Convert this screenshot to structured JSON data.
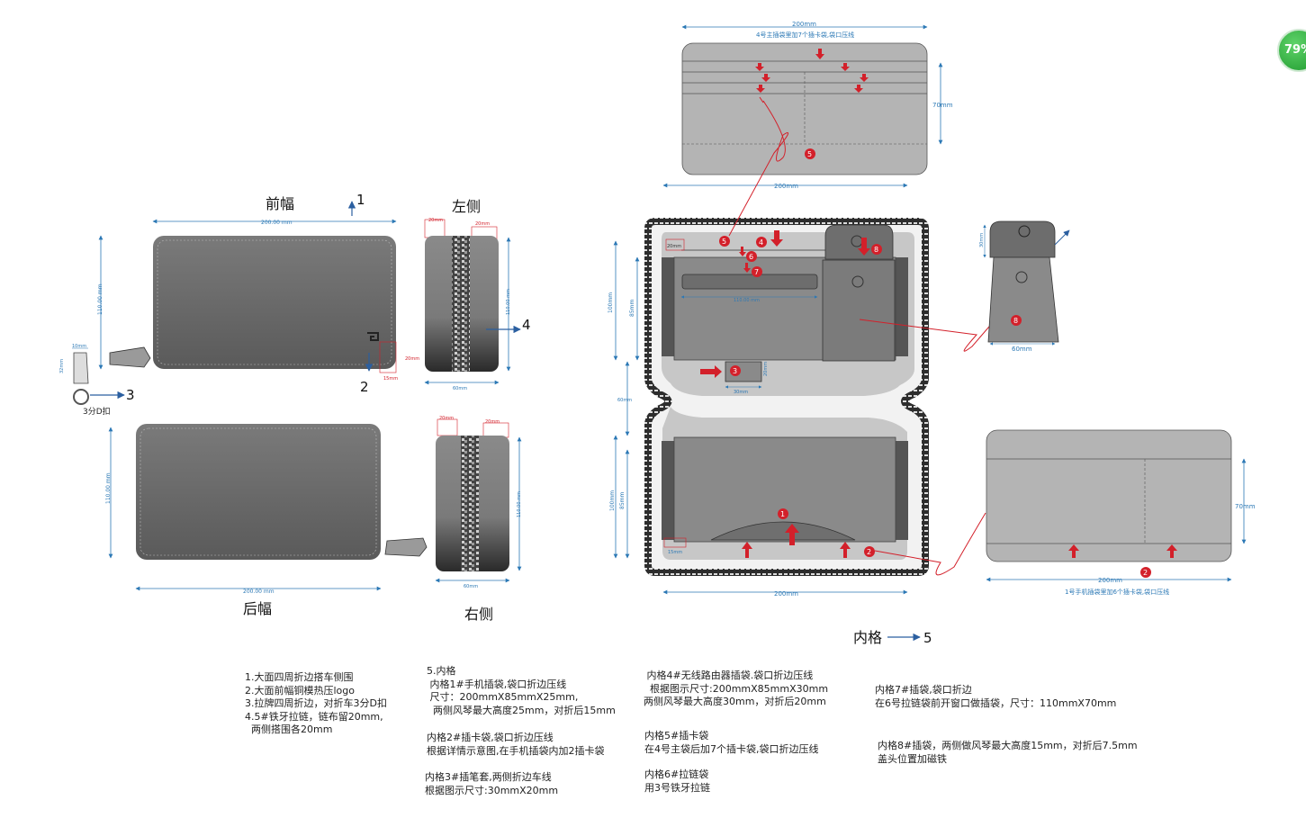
{
  "views": {
    "front": "前幅",
    "left": "左侧",
    "back": "后幅",
    "right": "右侧",
    "interior": "内格"
  },
  "callouts": {
    "c1": "1",
    "c2": "2",
    "c3": "3",
    "c4": "4",
    "c5": "5"
  },
  "dimensions": {
    "front_width": "200.00 mm",
    "front_height": "110.00 mm",
    "back_width": "200.00 mm",
    "back_height": "110.00 mm",
    "side_width": "60mm",
    "side_height": "110.00 mm",
    "zip_margin": "20mm",
    "logo_w": "15mm",
    "logo_h": "20mm",
    "tag_w": "10mm",
    "tag_h": "32mm",
    "d_ring": "3分D扣",
    "pocket4_width": "200mm",
    "pocket4_height": "70mm",
    "pocket4_caption": "4号主插袋里加7个插卡袋,袋口压线",
    "interior_top_width": "200mm",
    "interior_bottom_width": "200mm",
    "interior_top_h1": "100mm",
    "interior_top_h2": "85mm",
    "interior_gusset": "60mm",
    "interior_bot_h1": "100mm",
    "interior_bot_h2": "85mm",
    "interior_zip_w": "110.00 mm",
    "interior_corner": "20mm",
    "interior_bottom_corner": "15mm",
    "pen_w": "30mm",
    "pen_h": "20mm",
    "pocket8_width": "60mm",
    "pocket8_height": "30mm",
    "pocket1_width": "200mm",
    "pocket1_height": "70mm",
    "pocket1_caption": "1号手机插袋里加6个插卡袋,袋口压线"
  },
  "markers": [
    "1",
    "2",
    "3",
    "4",
    "5",
    "6",
    "7",
    "8"
  ],
  "progress_badge": "79%",
  "notes": {
    "general": "1.大面四周折边搭车侧围\n2.大面前幅铜模热压logo\n3.拉牌四周折边，对折车3分D扣\n4.5#铁牙拉链，链布留20mm,\n  两侧搭围各20mm",
    "inner1": "5.内格\n 内格1#手机插袋,袋口折边压线\n 尺寸：200mmX85mmX25mm,\n  两侧风琴最大高度25mm，对折后15mm",
    "inner2": "内格2#插卡袋,袋口折边压线\n根据详情示意图,在手机插袋内加2插卡袋",
    "inner3": "内格3#插笔套,两侧折边车线\n根据图示尺寸:30mmX20mm",
    "inner4": " 内格4#无线路由器插袋.袋口折边压线\n  根据图示尺寸:200mmX85mmX30mm\n两侧风琴最大高度30mm，对折后20mm",
    "inner5": "内格5#插卡袋\n在4号主袋后加7个插卡袋,袋口折边压线",
    "inner6": "内格6#拉链袋\n用3号铁牙拉链",
    "inner7": "内格7#插袋,袋口折边\n在6号拉链袋前开窗口做插袋，尺寸：110mmX70mm",
    "inner8": "内格8#插袋，两侧做风琴最大高度15mm，对折后7.5mm\n盖头位置加磁铁"
  },
  "colors": {
    "panel": "#6b6b6b",
    "panel_light": "#b7b7b7",
    "dimension": "#2b78b5",
    "marker": "#d3202a",
    "zipper": "#2d2d2d"
  }
}
